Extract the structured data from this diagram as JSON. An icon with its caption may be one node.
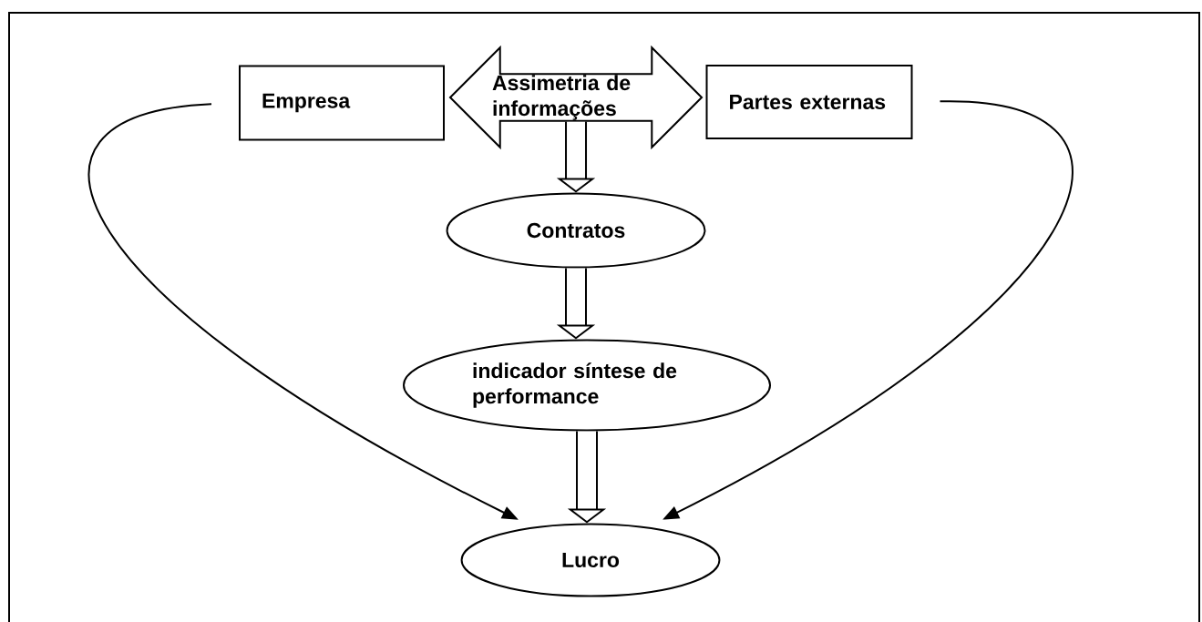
{
  "diagram": {
    "nodes": [
      {
        "text": [
          "Empresa"
        ]
      },
      {
        "text": [
          "Assimetria de informações"
        ]
      },
      {
        "text": [
          "Partes externas"
        ]
      },
      {
        "text": [
          "Contratos"
        ]
      },
      {
        "text": [
          "indicador síntese de performance"
        ]
      },
      {
        "text": [
          "Lucro"
        ]
      }
    ],
    "edges": [
      {
        "from": 1,
        "to": 3,
        "arrow": "to"
      },
      {
        "from": 3,
        "to": 4,
        "arrow": "to"
      },
      {
        "from": 4,
        "to": 5,
        "arrow": "to"
      },
      {
        "from": 0,
        "to": 5,
        "arrow": "to"
      },
      {
        "from": 2,
        "to": 5,
        "arrow": "to"
      }
    ]
  }
}
